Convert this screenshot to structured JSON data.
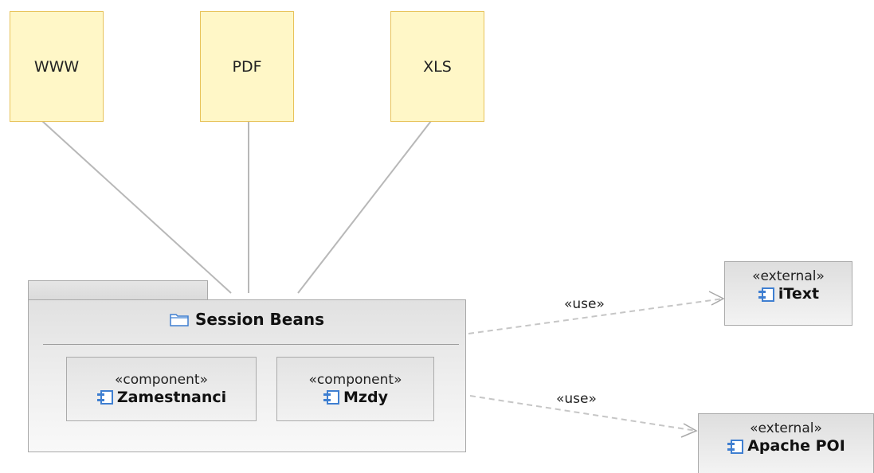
{
  "outputs": [
    {
      "label": "WWW"
    },
    {
      "label": "PDF"
    },
    {
      "label": "XLS"
    }
  ],
  "package": {
    "title": "Session Beans",
    "components": [
      {
        "stereotype": "«component»",
        "name": "Zamestnanci"
      },
      {
        "stereotype": "«component»",
        "name": "Mzdy"
      }
    ]
  },
  "externals": [
    {
      "stereotype": "«external»",
      "name": "iText"
    },
    {
      "stereotype": "«external»",
      "name": "Apache POI"
    }
  ],
  "dependencies": [
    {
      "label": "«use»"
    },
    {
      "label": "«use»"
    }
  ],
  "colors": {
    "output_fill": "#fff7c7",
    "output_border": "#e8c35a",
    "line": "#b5b5b5",
    "icon_blue": "#3f7fd1"
  },
  "icons": {
    "package": "folder-icon",
    "component": "component-icon"
  }
}
